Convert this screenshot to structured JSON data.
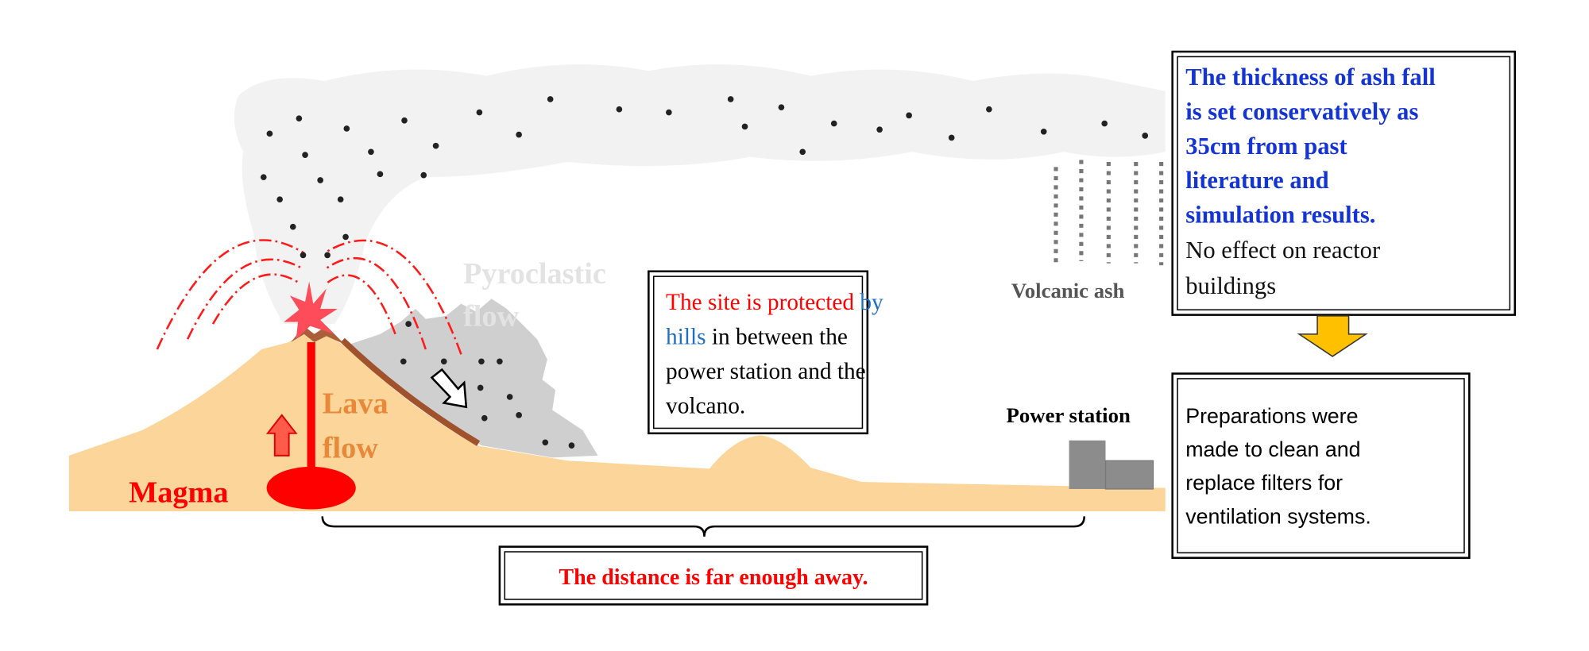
{
  "labels": {
    "pyroclastic_line1": "Pyroclastic",
    "pyroclastic_line2": "flow",
    "lava_line1": "Lava",
    "lava_line2": "flow",
    "magma": "Magma",
    "volcanic_ash": "Volcanic ash",
    "power_station": "Power station"
  },
  "hills_box": {
    "line1_red": "The site is protected ",
    "line1_blue": "by",
    "line2_blue": "hills",
    "line2_black": " in between the",
    "line3": "power station and the",
    "line4": "volcano."
  },
  "distance_box": {
    "text": "The distance is far enough away."
  },
  "ash_box": {
    "bold_lines": [
      "The thickness of ash fall",
      "is set conservatively as",
      "35cm from past",
      "literature and",
      "simulation results."
    ],
    "normal_lines": [
      "No effect on reactor",
      "buildings"
    ]
  },
  "filters_box": {
    "lines": [
      "Preparations were",
      "made to clean and",
      "replace filters for",
      "ventilation systems."
    ]
  },
  "colors": {
    "ground": "#FCD59A",
    "magma": "#FF0000",
    "lava_label": "#E8893A",
    "ash_text_blue": "#1434D4",
    "arrow_yellow": "#FFC000",
    "building": "#8C8C8C"
  }
}
